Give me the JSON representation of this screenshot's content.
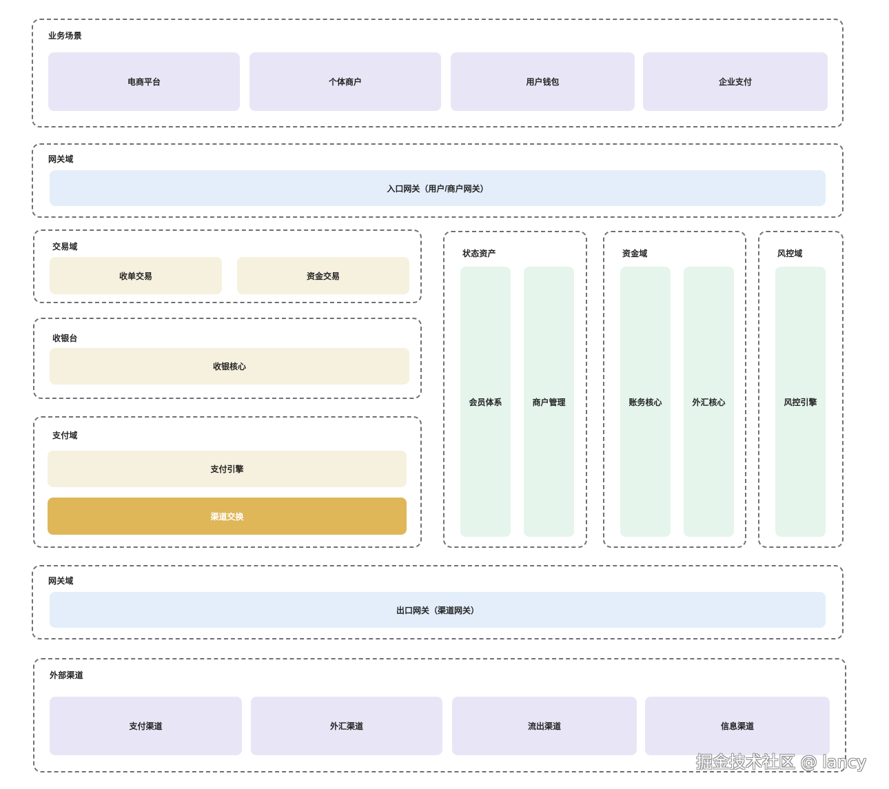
{
  "diagram": {
    "business": {
      "title": "业务场景",
      "items": [
        "电商平台",
        "个体商户",
        "用户钱包",
        "企业支付"
      ]
    },
    "gateway_in": {
      "title": "网关域",
      "label": "入口网关（用户/商户网关）"
    },
    "trade": {
      "title": "交易域",
      "items": [
        "收单交易",
        "资金交易"
      ]
    },
    "cashier": {
      "title": "收银台",
      "label": "收银核心"
    },
    "payment": {
      "title": "支付域",
      "engine": "支付引擎",
      "channel_switch": "渠道交换"
    },
    "status_assets": {
      "title": "状态资产",
      "items": [
        "会员体系",
        "商户管理"
      ]
    },
    "funds": {
      "title": "资金域",
      "items": [
        "账务核心",
        "外汇核心"
      ]
    },
    "risk": {
      "title": "风控域",
      "label": "风控引擎"
    },
    "gateway_out": {
      "title": "网关域",
      "label": "出口网关（渠道网关）"
    },
    "external": {
      "title": "外部渠道",
      "items": [
        "支付渠道",
        "外汇渠道",
        "流出渠道",
        "信息渠道"
      ]
    },
    "watermark": "掘金技术社区 @ lancy"
  }
}
